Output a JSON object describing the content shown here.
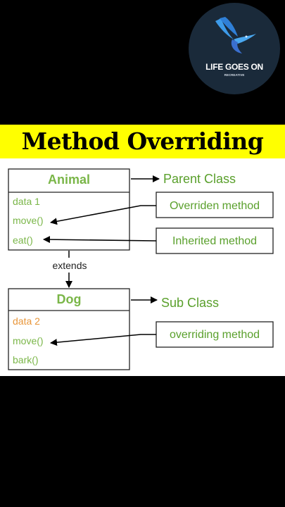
{
  "logo": {
    "title": "LIFE GOES ON",
    "subtitle": "RECREATIVE"
  },
  "banner": {
    "title": "Method Overriding"
  },
  "diagram": {
    "parent_class": {
      "name": "Animal",
      "members": [
        "data 1",
        "move()",
        "eat()"
      ]
    },
    "child_class": {
      "name": "Dog",
      "members": [
        "data 2",
        "move()",
        "bark()"
      ]
    },
    "relation_label": "extends",
    "labels": {
      "parent": "Parent Class",
      "sub": "Sub Class"
    },
    "callouts": {
      "overriden": "Overriden method",
      "inherited": "Inherited method",
      "overriding": "overriding method"
    },
    "colors": {
      "class_text": "#7ab648",
      "data2_text": "#e8963a",
      "callout_text": "#5aa02c",
      "banner": "#ffff00"
    }
  }
}
